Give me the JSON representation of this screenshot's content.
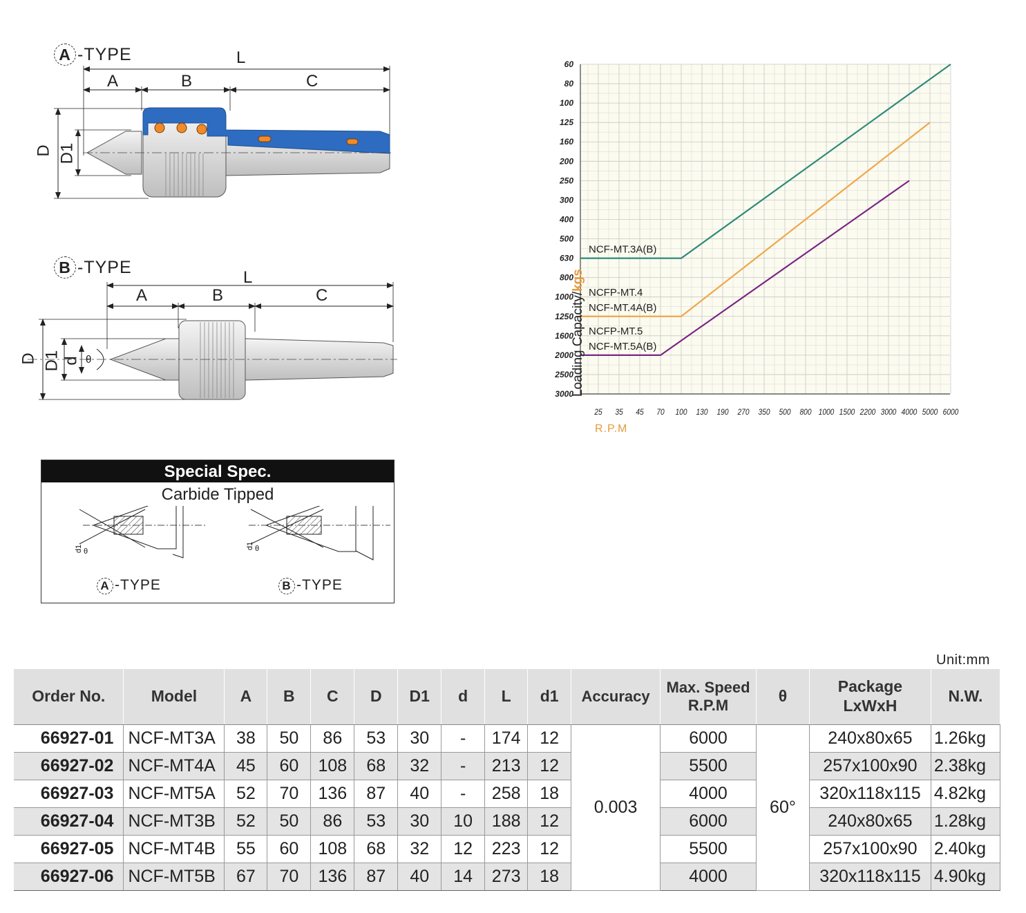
{
  "diagram_a": {
    "circle": "A",
    "suffix": "-TYPE",
    "dims": {
      "L": "L",
      "A": "A",
      "B": "B",
      "C": "C",
      "D": "D",
      "D1": "D1"
    }
  },
  "diagram_b": {
    "circle": "B",
    "suffix": "-TYPE",
    "dims": {
      "L": "L",
      "A": "A",
      "B": "B",
      "C": "C",
      "D": "D",
      "D1": "D1",
      "d": "d",
      "theta": "θ"
    }
  },
  "special_spec": {
    "title": "Special Spec.",
    "subtitle": "Carbide Tipped",
    "type_a": {
      "circle": "A",
      "suffix": "-TYPE"
    },
    "type_b": {
      "circle": "B",
      "suffix": "-TYPE"
    },
    "d1": "d1",
    "theta": "θ"
  },
  "chart_data": {
    "type": "line",
    "ylabel_main": "Loading Capacity/",
    "ylabel_unit": "kgs",
    "xlabel": "R.P.M",
    "y_ticks": [
      "60",
      "80",
      "100",
      "125",
      "160",
      "200",
      "250",
      "300",
      "400",
      "500",
      "630",
      "800",
      "1000",
      "1250",
      "1600",
      "2000",
      "2500",
      "3000"
    ],
    "x_ticks": [
      "25",
      "35",
      "45",
      "70",
      "100",
      "130",
      "190",
      "270",
      "350",
      "500",
      "800",
      "1000",
      "1500",
      "2200",
      "3000",
      "4000",
      "5000",
      "6000"
    ],
    "series": [
      {
        "labels": [
          "NCF-MT.3A(B)"
        ],
        "color": "#2e8a7c",
        "points": [
          [
            "25",
            "630"
          ],
          [
            "100",
            "630"
          ],
          [
            "6000",
            "60"
          ]
        ]
      },
      {
        "labels": [
          "NCFP-MT.4",
          "NCF-MT.4A(B)"
        ],
        "color": "#f0a64a",
        "points": [
          [
            "25",
            "1250"
          ],
          [
            "100",
            "1250"
          ],
          [
            "5000",
            "125"
          ]
        ]
      },
      {
        "labels": [
          "NCFP-MT.5",
          "NCF-MT.5A(B)"
        ],
        "color": "#7a2585",
        "points": [
          [
            "25",
            "2000"
          ],
          [
            "70",
            "2000"
          ],
          [
            "4000",
            "250"
          ]
        ]
      }
    ],
    "grid": true,
    "background": "#fbfbef"
  },
  "unit": "Unit:mm",
  "table": {
    "headers": {
      "order": "Order No.",
      "model": "Model",
      "a": "A",
      "b": "B",
      "c": "C",
      "d": "D",
      "d1": "D1",
      "dsmall": "d",
      "l": "L",
      "d1small": "d1",
      "accuracy": "Accuracy",
      "speed_1": "Max. Speed",
      "speed_2": "R.P.M",
      "theta": "θ",
      "package_1": "Package",
      "package_2": "LxWxH",
      "nw": "N.W."
    },
    "accuracy": "0.003",
    "theta_value": "60°",
    "rows": [
      {
        "order": "66927-01",
        "model": "NCF-MT3A",
        "a": "38",
        "b": "50",
        "c": "86",
        "d": "53",
        "d1": "30",
        "dsmall": "-",
        "l": "174",
        "d1small": "12",
        "speed": "6000",
        "package": "240x80x65",
        "nw": "1.26kg"
      },
      {
        "order": "66927-02",
        "model": "NCF-MT4A",
        "a": "45",
        "b": "60",
        "c": "108",
        "d": "68",
        "d1": "32",
        "dsmall": "-",
        "l": "213",
        "d1small": "12",
        "speed": "5500",
        "package": "257x100x90",
        "nw": "2.38kg"
      },
      {
        "order": "66927-03",
        "model": "NCF-MT5A",
        "a": "52",
        "b": "70",
        "c": "136",
        "d": "87",
        "d1": "40",
        "dsmall": "-",
        "l": "258",
        "d1small": "18",
        "speed": "4000",
        "package": "320x118x115",
        "nw": "4.82kg"
      },
      {
        "order": "66927-04",
        "model": "NCF-MT3B",
        "a": "52",
        "b": "50",
        "c": "86",
        "d": "53",
        "d1": "30",
        "dsmall": "10",
        "l": "188",
        "d1small": "12",
        "speed": "6000",
        "package": "240x80x65",
        "nw": "1.28kg"
      },
      {
        "order": "66927-05",
        "model": "NCF-MT4B",
        "a": "55",
        "b": "60",
        "c": "108",
        "d": "68",
        "d1": "32",
        "dsmall": "12",
        "l": "223",
        "d1small": "12",
        "speed": "5500",
        "package": "257x100x90",
        "nw": "2.40kg"
      },
      {
        "order": "66927-06",
        "model": "NCF-MT5B",
        "a": "67",
        "b": "70",
        "c": "136",
        "d": "87",
        "d1": "40",
        "dsmall": "14",
        "l": "273",
        "d1small": "18",
        "speed": "4000",
        "package": "320x118x115",
        "nw": "4.90kg"
      }
    ]
  }
}
